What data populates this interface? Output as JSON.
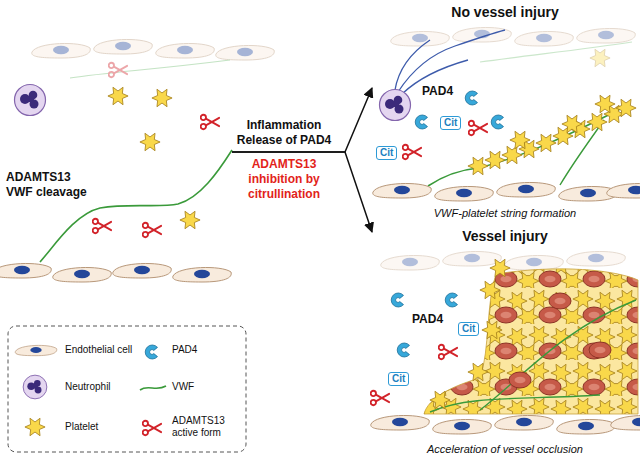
{
  "diagram": {
    "nodes": [
      {
        "text": [
          "ADAMTS13 VWF cleavage"
        ]
      },
      {
        "text": [
          "No vessel injury",
          "VWF-platelet string formation"
        ]
      },
      {
        "text": [
          "Vessel injury",
          "Acceleration of vessel occlusion"
        ]
      }
    ],
    "edges": [
      {
        "from": 0,
        "to": 1,
        "arrow": "to"
      },
      {
        "from": 0,
        "to": 2,
        "arrow": "to"
      }
    ],
    "labels": [
      "Inflammation Release of PAD4",
      "ADAMTS13 inhibition by citrullination",
      "PAD4",
      "Cit",
      "Cit",
      "PAD4",
      "Cit",
      "Cit"
    ],
    "legend": [
      {
        "text": "Endothelial cell"
      },
      {
        "text": "PAD4"
      },
      {
        "text": "Neutrophil"
      },
      {
        "text": "VWF"
      },
      {
        "text": "Platelet"
      },
      {
        "text": "ADAMTS13 active form"
      }
    ]
  }
}
